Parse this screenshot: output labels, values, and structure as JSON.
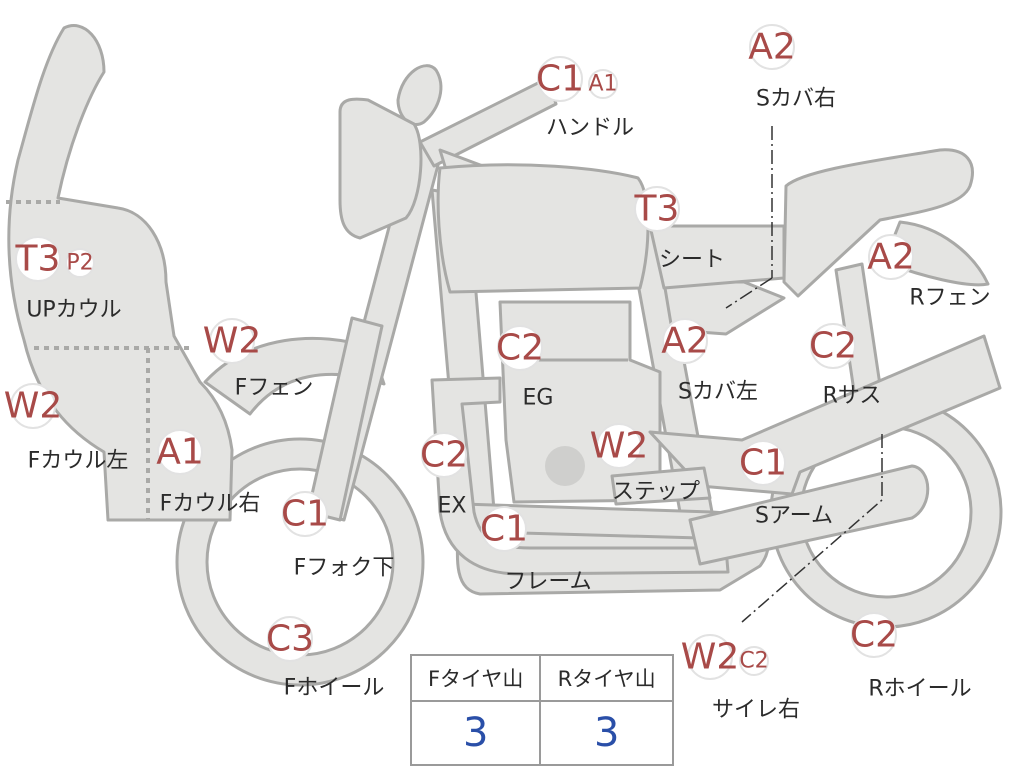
{
  "tire_table": {
    "headers": [
      "Fタイヤ山",
      "Rタイヤ山"
    ],
    "values": [
      "3",
      "3"
    ]
  },
  "colors": {
    "grade_text": "#a84a48",
    "tire_value": "#2a4fa8",
    "part_fill": "#e4e4e2",
    "part_outline": "#a9a9a7"
  },
  "parts": [
    {
      "name": "upcowl",
      "label": "UPカウル",
      "grades": [
        "T3",
        "P2"
      ]
    },
    {
      "name": "fcowl-left",
      "label": "Fカウル左",
      "grades": [
        "W2"
      ]
    },
    {
      "name": "fcowl-right",
      "label": "Fカウル右",
      "grades": [
        "A1"
      ]
    },
    {
      "name": "ffender",
      "label": "Fフェン",
      "grades": [
        "W2"
      ]
    },
    {
      "name": "ffork-lower",
      "label": "Fフォク下",
      "grades": [
        "C1"
      ]
    },
    {
      "name": "fwheel",
      "label": "Fホイール",
      "grades": [
        "C3"
      ]
    },
    {
      "name": "handle",
      "label": "ハンドル",
      "grades": [
        "C1",
        "A1"
      ]
    },
    {
      "name": "seat",
      "label": "シート",
      "grades": [
        "T3"
      ]
    },
    {
      "name": "scover-right",
      "label": "Sカバ右",
      "grades": [
        "A2"
      ]
    },
    {
      "name": "rfender",
      "label": "Rフェン",
      "grades": [
        "A2"
      ]
    },
    {
      "name": "engine",
      "label": "EG",
      "grades": [
        "C2"
      ]
    },
    {
      "name": "scover-left",
      "label": "Sカバ左",
      "grades": [
        "A2"
      ]
    },
    {
      "name": "rsuspension",
      "label": "Rサス",
      "grades": [
        "C2"
      ]
    },
    {
      "name": "exhaust",
      "label": "EX",
      "grades": [
        "C2"
      ]
    },
    {
      "name": "step",
      "label": "ステップ",
      "grades": [
        "W2"
      ]
    },
    {
      "name": "swingarm",
      "label": "Sアーム",
      "grades": [
        "C1"
      ]
    },
    {
      "name": "frame",
      "label": "フレーム",
      "grades": [
        "C1"
      ]
    },
    {
      "name": "silencer-right",
      "label": "サイレ右",
      "grades": [
        "W2",
        "C2"
      ]
    },
    {
      "name": "rwheel",
      "label": "Rホイール",
      "grades": [
        "C2"
      ]
    }
  ]
}
